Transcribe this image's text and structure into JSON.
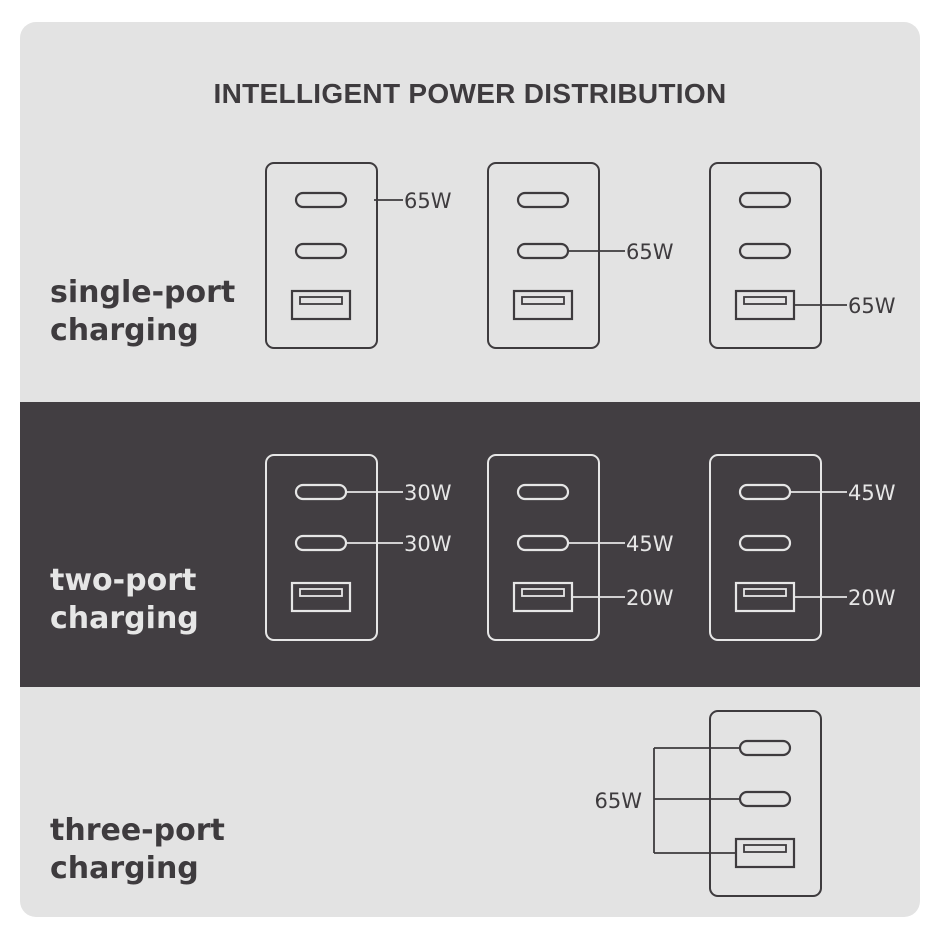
{
  "title": "INTELLIGENT POWER DISTRIBUTION",
  "rows": [
    {
      "label_line1": "single-port",
      "label_line2": "charging",
      "chargers": [
        {
          "labels": [
            "65W",
            "",
            ""
          ]
        },
        {
          "labels": [
            "",
            "65W",
            ""
          ]
        },
        {
          "labels": [
            "",
            "",
            "65W"
          ]
        }
      ]
    },
    {
      "label_line1": "two-port",
      "label_line2": "charging",
      "chargers": [
        {
          "labels": [
            "30W",
            "30W",
            ""
          ]
        },
        {
          "labels": [
            "",
            "45W",
            "20W"
          ]
        },
        {
          "labels": [
            "45W",
            "",
            "20W"
          ]
        }
      ]
    },
    {
      "label_line1": "three-port",
      "label_line2": "charging",
      "chargers": [
        {
          "labels": [
            "65W"
          ],
          "shared": true
        }
      ]
    }
  ],
  "colors": {
    "panel": "#e3e3e3",
    "dark_band": "#423e42",
    "ink_dark": "#3e3b3e",
    "ink_light": "#e6e6e6"
  }
}
